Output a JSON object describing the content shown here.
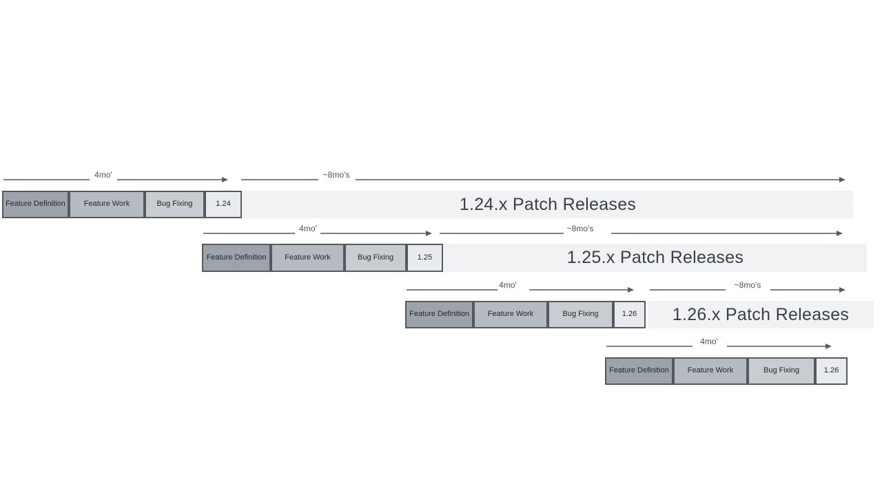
{
  "labels": {
    "feature_definition": "Feature Definition",
    "feature_work": "Feature Work",
    "bug_fixing": "Bug Fixing",
    "four_months": "4mo'",
    "eight_months": "~8mo's"
  },
  "colors": {
    "feature_definition_fill": "#9da3aa",
    "feature_work_fill": "#b6bbc1",
    "bug_fixing_fill": "#c9ccd1",
    "version_fill": "#e9ebee",
    "patch_bar_fill": "#f1f2f4",
    "box_border": "#54595e",
    "arrow_line": "#7b828a",
    "text": "#23272b"
  },
  "rows": [
    {
      "version": "1.24",
      "patch_label": "1.24.x Patch Releases"
    },
    {
      "version": "1.25",
      "patch_label": "1.25.x Patch Releases"
    },
    {
      "version": "1.26",
      "patch_label": "1.26.x Patch Releases"
    },
    {
      "version": "1.26"
    }
  ]
}
